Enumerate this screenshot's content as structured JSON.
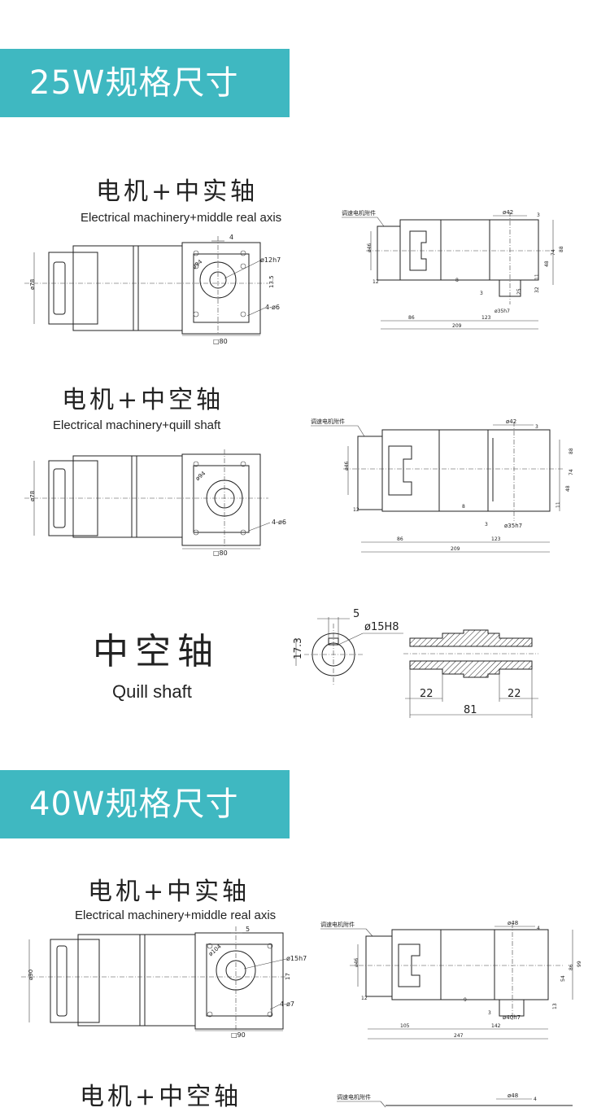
{
  "sections": [
    {
      "banner": "25W规格尺寸"
    },
    {
      "banner": "40W规格尺寸"
    }
  ],
  "titles": {
    "real_cn": "电机+中实轴",
    "real_en": "Electrical machinery+middle real axis",
    "hollow_cn": "电机+中空轴",
    "hollow_en": "Electrical machinery+quill shaft",
    "quill_cn": "中空轴",
    "quill_en": "Quill shaft"
  },
  "labels": {
    "adjust": "调速电机附件"
  },
  "dims_25w_real": {
    "d78": "ø78",
    "top4": "4",
    "d94": "ø94",
    "d12": "ø12h7",
    "d13": "13.5",
    "d4x6": "4-ø6",
    "sq80": "□80",
    "d46": "ø46",
    "d42": "ø42",
    "n3": "3",
    "n12": "12",
    "n86": "86",
    "n123": "123",
    "n209": "209",
    "n8": "8",
    "n3b": "3",
    "n25": "25",
    "n32": "32",
    "n11": "11",
    "n48": "48",
    "n74": "74",
    "n88": "88",
    "d35": "ø35h7"
  },
  "dims_25w_hollow": {
    "d78": "ø78",
    "d94": "ø94",
    "d4x6": "4-ø6",
    "sq80": "□80",
    "d46": "ø46",
    "d42": "ø42",
    "n3": "3",
    "n12": "12",
    "n86": "86",
    "n123": "123",
    "n209": "209",
    "n8": "8",
    "n3b": "3",
    "n11": "11",
    "n48": "48",
    "n74": "74",
    "n88": "88",
    "d35": "ø35h7"
  },
  "dims_quill": {
    "n5": "5",
    "d15": "ø15H8",
    "n17": "17.3",
    "n22a": "22",
    "n22b": "22",
    "n81": "81"
  },
  "dims_40w_real": {
    "d90": "ø90",
    "top5": "5",
    "d104": "ø104",
    "d15": "ø15h7",
    "n17": "17",
    "d4x7": "4-ø7",
    "sq90": "□90",
    "d46": "ø46",
    "d48": "ø48",
    "n4": "4",
    "n12": "12",
    "n105": "105",
    "n142": "142",
    "n247": "247",
    "n9": "9",
    "n3": "3",
    "n13": "13",
    "n54": "54",
    "n86": "86",
    "n99": "99",
    "d40": "ø40h7"
  },
  "dims_40w_hollow": {
    "d48": "ø48",
    "n4": "4"
  }
}
